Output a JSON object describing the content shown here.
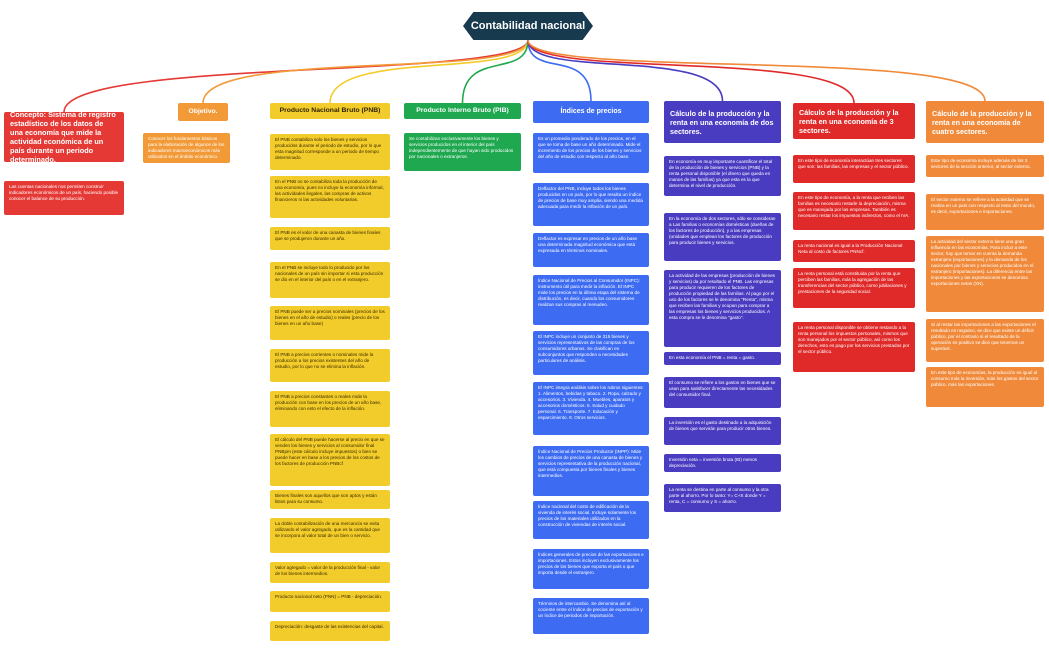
{
  "title": "Contabilidad nacional",
  "colors": {
    "root": "#183a4e",
    "concepto": "#e53935",
    "objetivo": "#f29a38",
    "pnb": "#f2cc2a",
    "pib": "#1fa84f",
    "indices": "#3d6bf2",
    "dos_sectores": "#4a3cc0",
    "tres_sectores": "#e02a2a",
    "cuatro_sectores": "#f08a3a"
  },
  "columns": [
    {
      "key": "concepto",
      "heading": "Concepto: Sistema de registro estadístico de los datos de una economía que mide la actividad económica de un país durante un periodo determinado.",
      "cards": [
        "Las cuentas nacionales nos permiten construir indicadores económicos de un país, haciendo posible conocer el balance de su producción."
      ]
    },
    {
      "key": "objetivo",
      "heading": "Objetivo.",
      "cards": [
        "Conocer los fundamentos básicos para la elaboración de algunos de los indicadores macroeconómicos más utilizados en el ámbito económico."
      ]
    },
    {
      "key": "pnb",
      "heading": "Producto Nacional Bruto (PNB)",
      "cards": [
        "El PNB contabiliza solo los bienes y servicios producidos durante el periodo de estudio, por lo que esta magnitud corresponde a un periodo de tiempo determinado.",
        "En el PNB no se contabiliza toda la producción de una economía, pues no incluye la economía informal, las actividades ilegales, las compras de activos financieros ni las actividades voluntarias.",
        "El PNB es el valor de una canasta de bienes finales que se produjeron durante un año.",
        "En el PNB se incluye todo lo producido por los nacionales de un país sin importar si esta producción se dio en el interior del país o en el extranjero.",
        "El PNB puede ser a precios nominales (precios de los bienes en el año de estudio) o reales (precio de los bienes en un año base)",
        "El PNB a precios corrientes o nominales mide la producción a los precios existentes del año de estudio, por lo que no se elimina la inflación.",
        "El PNB a precios constantes o reales mide la producción con base en los precios de un año base, eliminando con esto el efecto de la inflación.",
        "El cálculo del PNB puede hacerse al precio en que se venden los bienes y servicios al consumidor final PNBpm (este cálculo incluye impuestos) o bien se puede hacer en base a los precios de los costos de los factores de producción PNBcf",
        "Bienes finales son aquellos que son aptos y están listos para su consumo.",
        "La doble contabilización de una mercancía se evita utilizando el valor agregado, que es la cantidad que se incorpora al valor total de un bien o servicio.",
        "Valor agregado = valor de la producción final - valor de los bienes intermedios.",
        "Producto nacional neto (PNN) = PNB - depreciación.",
        "Depreciación: desgaste de las existencias del capital."
      ]
    },
    {
      "key": "pib",
      "heading": "Producto Interno Bruto (PIB)",
      "cards": [
        "Se contabilizan exclusivamente los bienes y servicios producidos en el interior del país independientemente de que hayan sido producidos por nacionales o extranjeros."
      ]
    },
    {
      "key": "indices",
      "heading": "Índices de precios",
      "cards": [
        "Es un promedio ponderado de los precios, en el que se toma de base un año determinado. Mide el incremento de los precios de los bienes y servicios del año de estudio con respecto al año base.",
        "Deflactor del PNB, incluye todos los bienes producidos en un país, por lo que resulta un índice de precios de base muy amplia, siendo una medida adecuada para medir la inflación de un país.",
        "Deflactar es expresar en precios de un año base una determinada magnitud económica que está expresada en términos nominales.",
        "Índice Nacional de Precios al Consumidor (INPC): instrumento útil para medir la inflación. El INPC mide los precios en la última etapa del sistema de distribución, es decir, cuando los consumidores realizan sus compras al menudeo.",
        "El INPC incluye un conjunto de 315 bienes y servicios representativos de las compras de los consumidores urbanos. Se clasifican en subconjuntos que responden a necesidades particulares de análisis.",
        "El INPC integra análisis sobre los rubros siguientes: 1. Alimentos, bebidas y tabaco. 2. Ropa, calzado y accesorios. 3. Vivienda. 4. Muebles, aparatos y accesorios domésticos. 5. Salud y cuidado personal. 6. Transporte. 7. Educación y esparcimiento. 8. Otros servicios.",
        "Índice Nacional de Precios Productor (INPP): Mide los cambios de precios de una canasta de bienes y servicios representativa de la producción nacional, que está compuesta por bienes finales y bienes intermedios.",
        "Índice nacional del costo de edificación de la vivienda de interés social. Incluye solamente los precios de los materiales utilizados en la construcción de viviendas de interés social.",
        "Índices generales de precios de las exportaciones e importaciones. Estos incluyen exclusivamente los precios de los bienes que exporta el país o que importa desde el extranjero.",
        "Términos de intercambio. Se denomina así al cociente entre el índice de precios de exportación y un índice de periodos de importación."
      ]
    },
    {
      "key": "dos_sectores",
      "heading": "Cálculo de la producción y la renta en una economía de dos sectores.",
      "cards": [
        "En economía es muy importante cuantificar el total de la producción de bienes y servicios (PNB) y la renta personal disponible (el dinero que queda en manos de las familias) ya que esta es la que determina el nivel de producción.",
        "En la economía de dos sectores, sólo se consideran a Las familias o economías domésticas (dueñas de los factores de producción), y a las empresas (unidades que emplean los factores de producción para producir bienes y servicios.",
        "La actividad de las empresas (producción de bienes y servicios) da por resultado el PNB. Las empresas para producir requieren de los factores de producción propiedad de las familias. Al pago por el uso de los factores se le denomina \"Renta\", misma que reciben las familias y ocupan para comprar a las empresas los bienes y servicios producidos. A esta compra se le denomina \"gasto\".",
        "En esta economía el PNB = renta = gasto.",
        "El consumo se refiere a los gastos en bienes que se usan para satisfacer directamente las necesidades del consumidor final.",
        "La inversión es el gasto destinado a la adquisición de bienes que servirán para producir otros bienes.",
        "Inversión neta = inversión bruta (IB) menos depreciación.",
        "La renta se destina en parte al consumo y la otra parte al ahorro. Por lo tanto: Y= C+S donde Y = renta, C = consumo y S = ahorro."
      ]
    },
    {
      "key": "tres_sectores",
      "heading": "Cálculo de la producción y la renta en una economía de 3 sectores.",
      "cards": [
        "En este tipo de economía interactúan tres sectores que son: las familias, las empresas y el sector público.",
        "En este tipo de economía, a la renta que reciben las familias es necesario restarle la depreciación, misma que es manejada por las empresas. También es necesario restar los impuestos indirectos, como el IVA.",
        "La renta nacional es igual a la Producción Nacional Neta al costo de factores PNNcf.",
        "La renta personal está constituida por la renta que perciben las familias, más la agregación de las transferencias del sector público, como jubilaciones y prestaciones de la seguridad social.",
        "La renta personal disponible se obtiene restando a la renta personal los impuestos personales, mismos que son manejados por el sector público, así como los derechos, esto es pago por los servicios prestados por el sector público."
      ]
    },
    {
      "key": "cuatro_sectores",
      "heading": "Cálculo de la producción y la renta en una economía de cuatro sectores.",
      "cards": [
        "Este tipo de economía incluye además de los 3 sectores de la sección anterior, al sector externo.",
        "El sector externo se refiere a la actividad que se realiza en un país con respecto al resto del mundo, es decir, exportaciones e importaciones.",
        "La actividad del sector externo tiene una gran influencia en las economías. Para incluir a este sector, hay que tomar en cuenta la demanda extranjera (exportaciones) y la demanda de los nacionales por bienes y servicios producidos en el extranjero (importaciones). La diferencia entre las importaciones y las exportaciones se denomina exportaciones netas (XN).",
        "Si al restar las importaciones a las exportaciones el resultado es negativo, se dice que existe un déficit público, por el contrario si el resultado de la operación es positivo se dice que tenemos un superávit.",
        "En este tipo de economías, la producción es igual al consumo más la inversión, más los gastos del sector público, más las exportaciones."
      ]
    }
  ]
}
